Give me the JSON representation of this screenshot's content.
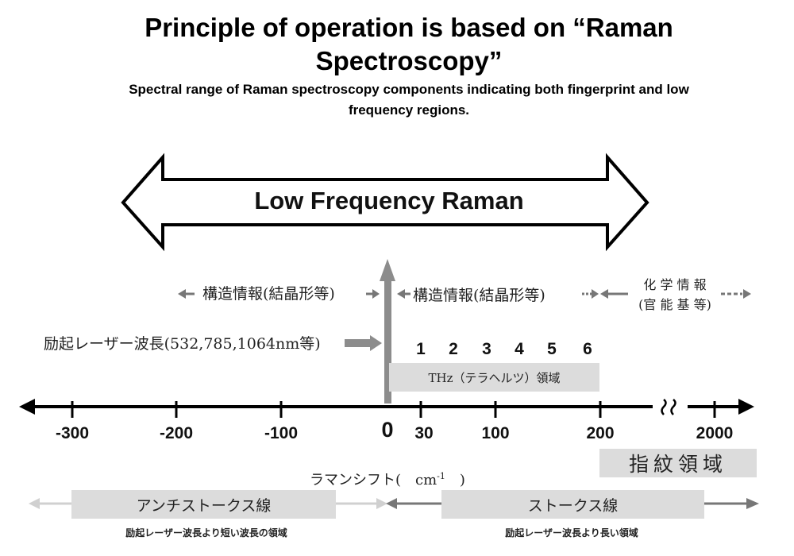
{
  "header": {
    "title": "Principle of operation is based on “Raman Spectroscopy”",
    "subtitle": "Spectral range of Raman spectroscopy components indicating both fingerprint and low frequency regions."
  },
  "low_frequency_arrow": {
    "label": "Low Frequency Raman"
  },
  "regions": {
    "structural_left": "構造情報(結晶形等)",
    "structural_right": "構造情報(結晶形等)",
    "chemical_line1": "化 学 情 報",
    "chemical_line2": "(官 能 基 等)"
  },
  "excitation_laser": {
    "label": "励起レーザー波長(532,785,1064nm等)"
  },
  "thz": {
    "numbers": [
      "1",
      "2",
      "3",
      "4",
      "5",
      "6"
    ],
    "label": "THz（テラヘルツ）領域"
  },
  "axis": {
    "ticks": [
      "-300",
      "-200",
      "-100",
      "0",
      "30",
      "100",
      "200",
      "2000"
    ],
    "break_symbol": "≈",
    "label_text": "ラマンシフト(　cm",
    "label_exp": "-1",
    "label_close": "　)"
  },
  "fingerprint": {
    "label": "指紋領域"
  },
  "anti_stokes": {
    "label": "アンチストークス線",
    "note": "励起レーザー波長より短い波長の領域"
  },
  "stokes": {
    "label": "ストークス線",
    "note": "励起レーザー波長より長い領域"
  },
  "colors": {
    "axis": "#000000",
    "gray_arrow": "#8c8c8c",
    "light_gray_arrow": "#c8c8c8",
    "box_fill": "#dcdcdc"
  }
}
